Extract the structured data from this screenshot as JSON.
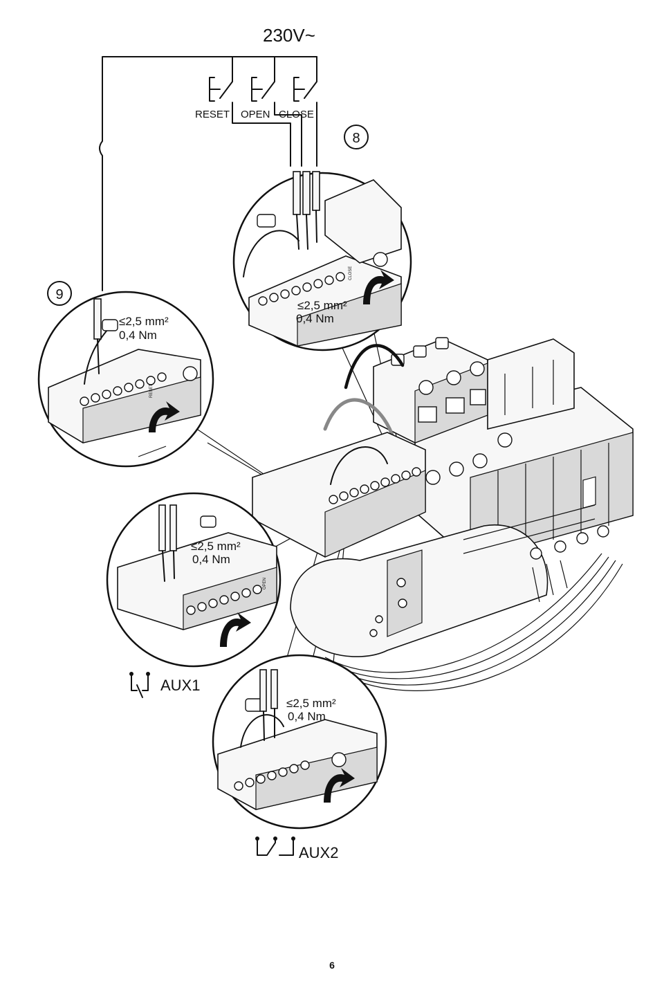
{
  "supply": {
    "voltage": "230V~"
  },
  "switches": [
    {
      "label": "RESET"
    },
    {
      "label": "OPEN"
    },
    {
      "label": "CLOSE"
    }
  ],
  "steps": {
    "step_8": "8",
    "step_9": "9"
  },
  "specs": {
    "wire_section": "≤2,5 mm²",
    "torque": "0,4 Nm"
  },
  "aux": {
    "aux1": "AUX1",
    "aux2": "AUX2"
  },
  "terminal_labels": {
    "reset": "RESET",
    "open": "OPEN",
    "close": "CLOSE"
  },
  "page": {
    "number": "6"
  }
}
